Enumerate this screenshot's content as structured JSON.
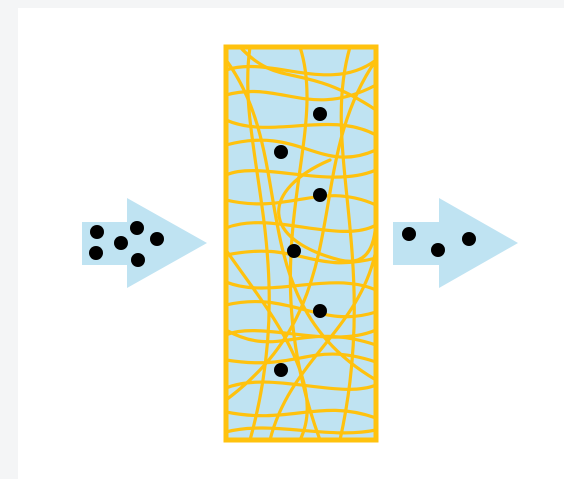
{
  "diagram": {
    "colors": {
      "background": "#f4f5f6",
      "panel": "#ffffff",
      "medium_fill": "#bfe3f2",
      "fiber": "#ffc20e",
      "arrow": "#bfe3f2",
      "particle": "#000000"
    },
    "elements": {
      "inlet_arrow": {
        "icon": "arrow-right-icon",
        "particle_count": 6
      },
      "filter_medium": {
        "icon": "fibrous-filter-icon",
        "trapped_particle_count": 6
      },
      "outlet_arrow": {
        "icon": "arrow-right-icon",
        "particle_count": 3
      }
    }
  }
}
